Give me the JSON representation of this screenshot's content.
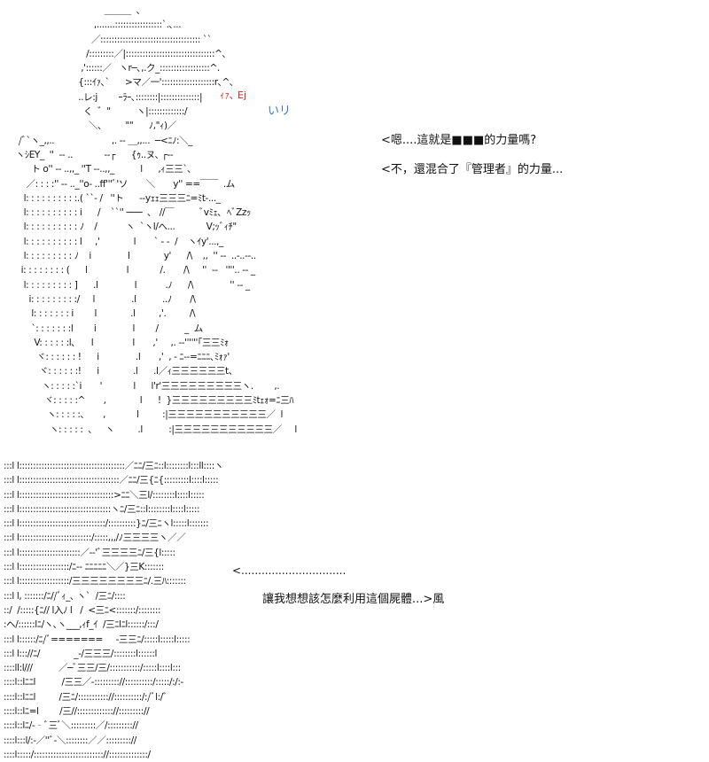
{
  "art": {
    "top": "                                      ＿＿＿  ､\n                                  ,.......:::::::::::::::::`.､...\n                                 ／:::::::::::::::::::::::::::::::::::: ``\n                               /:::::::::／|::::::::::::::::::::::::::::::::^､\n                             ,'::::::／   ヽr─､,.ク_::::::::::::::::::^.\n                            {:::ｲｧ､`      >マ／一':::::::::::::::::::r､^､\n                            ..レ:j        ｰﾗｰ､::::::::|::::::::::::::|\n                              く  ゛\"          ヽ|:::::::::::::/\n                                ＼､         \"\"      ﾉ,\"ｨ)／\n     /ﾞ`ヽ_,,..                      ,. -‐ ＿,,...  ─<ﾆﾉ:＼_\n    ヽｼEY_  ''  ‐‐ ..            ‐‐┌      {ｩ..ヌ､ ┌‐‐\n          ト o'' ‐‐ ..,,_ ''T ‐‐..,,_          l      ,ｨ三三`､\n        ／: : : :'' ‐‐ .._''o‐ ..ff'''ﾞ'ソ       ＼       y'' ==￣￣  .ム\n       l: : : : : : : : : :.( ``- /   ''ト      ‐‐yｪｪ三三三ﾆ=ﾐt‐..._\n       l: : : : : : : : : : i      /    ``'' ───  ､   //￣          ﾞvﾐｪ､  ﾍﾞZzｯ\n       l: : : : : : : : : : ﾉ    /           ヽ  `ヽl/へ...            V;ｯﾞｨﾁ\"\n       l: : : : : : : : : : l     ,'             l       ` ‐ -  /    ヽｲy'...,_\n       l: : : : : : : : : ﾉ    i              l             y'      /\\    ,,  '' ‐‐  ..‐..‐‐..\n      i: : : : : : : : (      l               l            /.       /\\     ''  ‐‐   ''''.. ‐‐ _\n       l: : : : : : : : : ]      .l              l           .ﾉ      /\\              '' ‐‐ _\n         i: : : : : : : : :/     l              .l          ..ﾉ       /\\\n          l: : : : : : : i        l             .l         ,'.         /\\\n          `: : : : : : :l        i              l        /          _  ム\n           V: : : : : :l､      l               l       ,'     ,. ‐‐''''''｢三三ﾐｫ\n            ヾ: : : : : : !      i              .l       ,'  , ‐ ﾆ‐‐=ﾆﾆﾆ､ﾐｫｧ'\n             ヾ: : : : : :!      i             .l      .l／ｨ三三三三三三t、\n              ヽ: : : : :`i       '            l      l'r'三三三三三三三三三ヽ.        ,.\n               ヾ: : : : :^       ,             l      !  }三三三三三三三三三ﾐtｪｫ=ﾆ三ﾊ\n                ヽ: : : : :､       ,            l         :|三三三三三三三三三三三／  l\n                 ヽ: : : : :  ､     ヽ         .l          :|三三三三三三三三三三三／     l",
    "bottom": ":::l l::::::::::::::::::::::::::::::::::::::／ﾆﾆ/三ﾆ::l::::::::l:::ll::::ヽ\n:::l l::::::::::::::::::::::::::::::::::::／ﾆﾆ/三{ﾆ{:::::::::l::::l:::::\n:::l l::::::::::::::::::::::::::::::::::>ﾆﾆ＼三l/::::::::l::::l:::::\n:::l l:::::::::::::::::::::::::::::::::ヽﾆ/三ﾆ::l::::::::l::::l:::::\n:::l l:::::::::::::::::::::::::::::::/::::::::::}ﾆ/三ﾆヽl:::::l:::::::\n:::l l::::::::::::::::::::::::::/:::::,,,/ﾉ三三三三ヽ／／\n:::l l::::::::::::::::::::::／‐‐'ﾞ三三三三ﾆ/三{l:::::\n:::l l::::::::::::::::::/ﾆ‐‐ ﾆﾆﾆﾆﾆ＼／}三K:::::::\n:::l l::::::::::::::::::/三三三三三三三三ﾆ/.三ﾊ:::::::\n:::l l, :::::::/ﾆ//ﾞｨ_､ ヽ`  /三ﾆ/::::\n::/  /:::::{ﾆ// l入ﾉ l   /  <三ﾆ<:::::::/::::::::\n:ヘ/::::::lﾆ/ヽ､ヽ___,ｨf_ｲ  /三ﾆlﾆl::::::/:::/\n:::l l::::::/ﾆ/ﾞ=======     ‐三三ﾆ/:::::l:::::l:::::\n:::l l::://ﾆ/             _‐/三三三/::::::::l::::::l\n::::ll:l///          ／─ﾞ三三/三/:::::::::::/:::::l::::l:::\n::::l::lﾆﾆl          /三三／‐::::::::://::::::::::/:::::/:/:‐\n::::l::lﾆﾆl         /三ﾆ/::::::::::://::::::::::/:/ﾞl:/ﾞ\n::::l::lﾆ=l        /三//::::::::::::://::::::::://\n::::l::lﾆ/‐‐ﾞ三ﾞ＼:::::::::／/::::::::://\n::::l:::l/:‐／''ﾞ‐＼::::::::／／::::::::://\n::::l:::::/::::::::::::::::::::::::://::::::::::::::/"
  },
  "marks": {
    "eye_left": "ｨｧ､ Ej",
    "eye_right": "いリ"
  },
  "dialogue": {
    "line_1": "<嗯....這就是■■■的力量嗎?",
    "line_2": "<不，還混合了『管理者』的力量...",
    "line_3": "<...............................",
    "line_4": "讓我想想該怎麼利用這個屍體...>風"
  },
  "colors": {
    "eye_left": "#e0201e",
    "eye_right": "#3a78c8"
  }
}
